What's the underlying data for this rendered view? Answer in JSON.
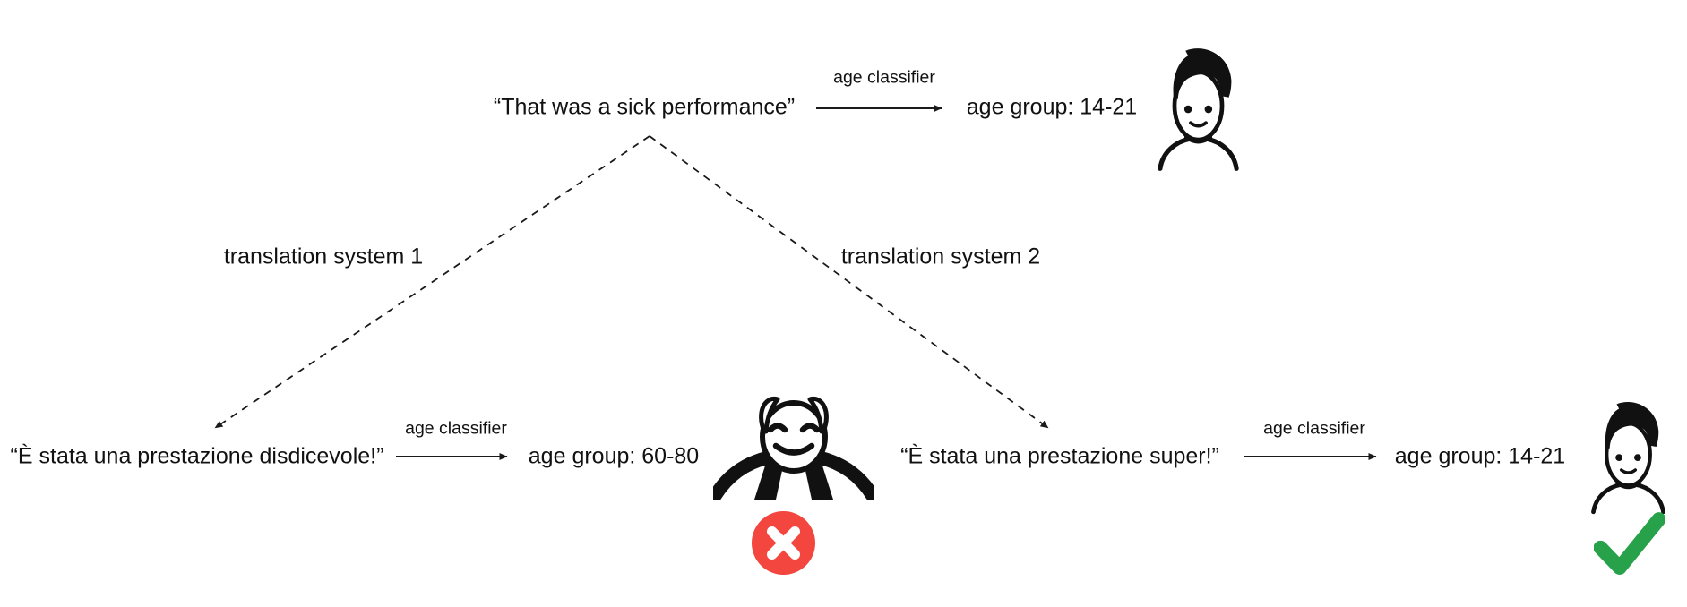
{
  "colors": {
    "ink": "#111111",
    "error_red": "#f2463f",
    "success_green": "#28a24a",
    "background": "#ffffff"
  },
  "diagram": {
    "source": {
      "text": "“That was a sick performance”",
      "classifier_label": "age classifier",
      "result": "age group: 14-21",
      "icon": "young-person-icon"
    },
    "left_branch": {
      "arrow_label": "translation system 1",
      "text": "“È stata una prestazione disdicevole!”",
      "classifier_label": "age classifier",
      "result": "age group: 60-80",
      "icon": "old-man-icon",
      "verdict": "incorrect",
      "verdict_icon": "cross-icon"
    },
    "right_branch": {
      "arrow_label": "translation system 2",
      "text": "“È stata una prestazione super!”",
      "classifier_label": "age classifier",
      "result": "age group: 14-21",
      "icon": "young-person-icon",
      "verdict": "correct",
      "verdict_icon": "check-icon"
    }
  }
}
